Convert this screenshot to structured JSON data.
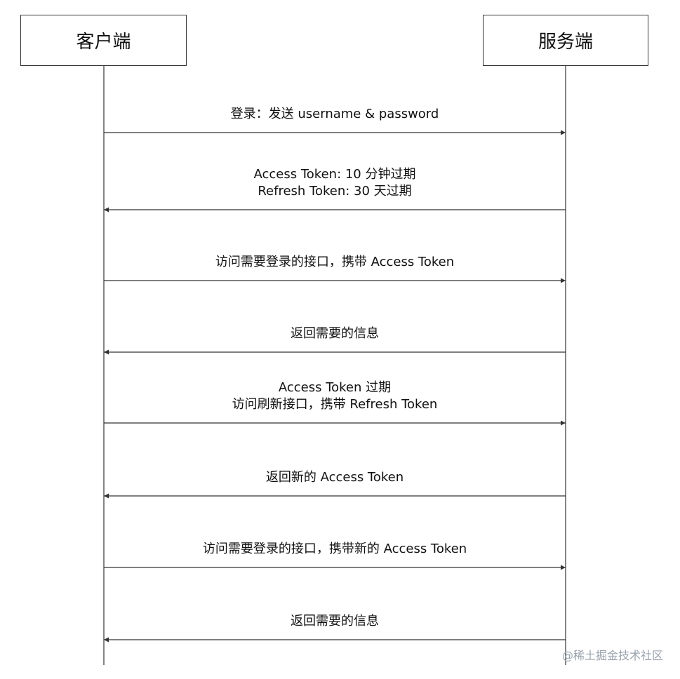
{
  "actors": {
    "client": "客户端",
    "server": "服务端"
  },
  "messages": [
    {
      "direction": "client-to-server",
      "lines": [
        "登录：发送 username & password"
      ]
    },
    {
      "direction": "server-to-client",
      "lines": [
        "Access Token: 10 分钟过期",
        "Refresh Token: 30 天过期"
      ]
    },
    {
      "direction": "client-to-server",
      "lines": [
        "访问需要登录的接口，携带 Access Token"
      ]
    },
    {
      "direction": "server-to-client",
      "lines": [
        "返回需要的信息"
      ]
    },
    {
      "direction": "client-to-server",
      "lines": [
        "Access Token 过期",
        "访问刷新接口，携带 Refresh Token"
      ]
    },
    {
      "direction": "server-to-client",
      "lines": [
        "返回新的 Access Token"
      ]
    },
    {
      "direction": "client-to-server",
      "lines": [
        "访问需要登录的接口，携带新的 Access Token"
      ]
    },
    {
      "direction": "server-to-client",
      "lines": [
        "返回需要的信息"
      ]
    }
  ],
  "watermark": "@稀土掘金技术社区",
  "colors": {
    "line": "#333333",
    "text": "#111111",
    "watermark": "#9aa3ad"
  }
}
